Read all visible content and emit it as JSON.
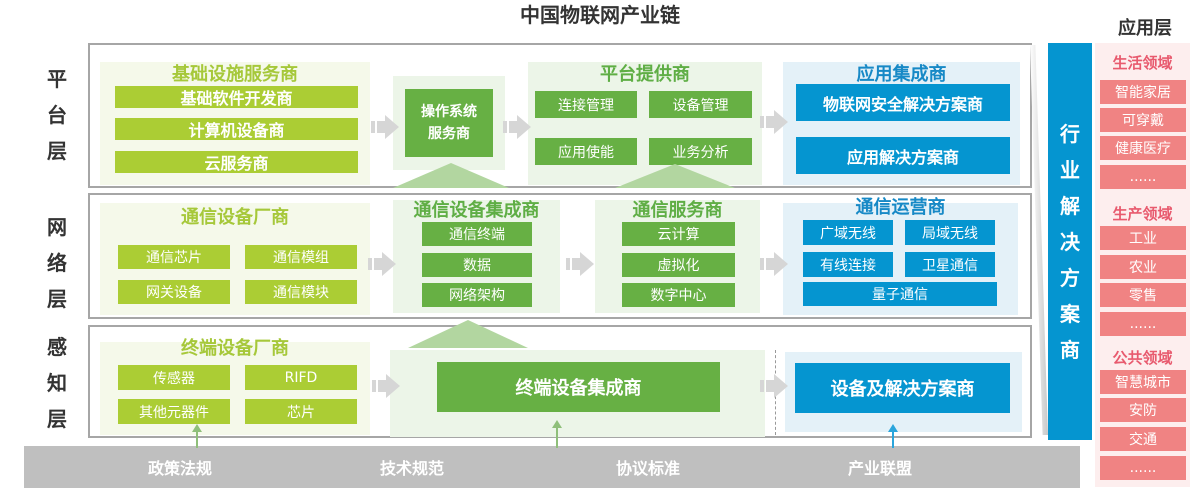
{
  "title": "中国物联网产业链",
  "app_layer_title": "应用层",
  "layers": {
    "platform": "平台层",
    "network": "网络层",
    "perception": "感知层"
  },
  "platform": {
    "infra": {
      "title": "基础设施服务商",
      "items": [
        "基础软件开发商",
        "计算机设备商",
        "云服务商"
      ]
    },
    "os": {
      "label": "操作系统服务商"
    },
    "platform_provider": {
      "title": "平台提供商",
      "items": [
        "连接管理",
        "设备管理",
        "应用使能",
        "业务分析"
      ]
    },
    "app_integrator": {
      "title": "应用集成商",
      "items": [
        "物联网安全解决方案商",
        "应用解决方案商"
      ]
    }
  },
  "network": {
    "comm_device": {
      "title": "通信设备厂商",
      "items": [
        "通信芯片",
        "通信模组",
        "网关设备",
        "通信模块"
      ]
    },
    "comm_integrator": {
      "title": "通信设备集成商",
      "items": [
        "通信终端",
        "数据",
        "网络架构"
      ]
    },
    "comm_service": {
      "title": "通信服务商",
      "items": [
        "云计算",
        "虚拟化",
        "数字中心"
      ]
    },
    "operator": {
      "title": "通信运营商",
      "items": [
        "广域无线",
        "局域无线",
        "有线连接",
        "卫星通信",
        "量子通信"
      ]
    }
  },
  "perception": {
    "terminal_maker": {
      "title": "终端设备厂商",
      "items": [
        "传感器",
        "RIFD",
        "其他元器件",
        "芯片"
      ]
    },
    "terminal_integrator": {
      "label": "终端设备集成商"
    },
    "solution": {
      "label": "设备及解决方案商"
    }
  },
  "industry_solution": "行业解决方案商",
  "application": {
    "groups": [
      {
        "title": "生活领域",
        "items": [
          "智能家居",
          "可穿戴",
          "健康医疗",
          "......"
        ]
      },
      {
        "title": "生产领域",
        "items": [
          "工业",
          "农业",
          "零售",
          "......"
        ]
      },
      {
        "title": "公共领域",
        "items": [
          "智慧城市",
          "安防",
          "交通",
          "......"
        ]
      }
    ]
  },
  "foundation": [
    "政策法规",
    "技术规范",
    "协议标准",
    "产业联盟"
  ],
  "colors": {
    "lime": "#abcd34",
    "green": "#67b044",
    "blue": "#0595d0",
    "pink": "#f08383",
    "gray": "#bfbfbf"
  }
}
